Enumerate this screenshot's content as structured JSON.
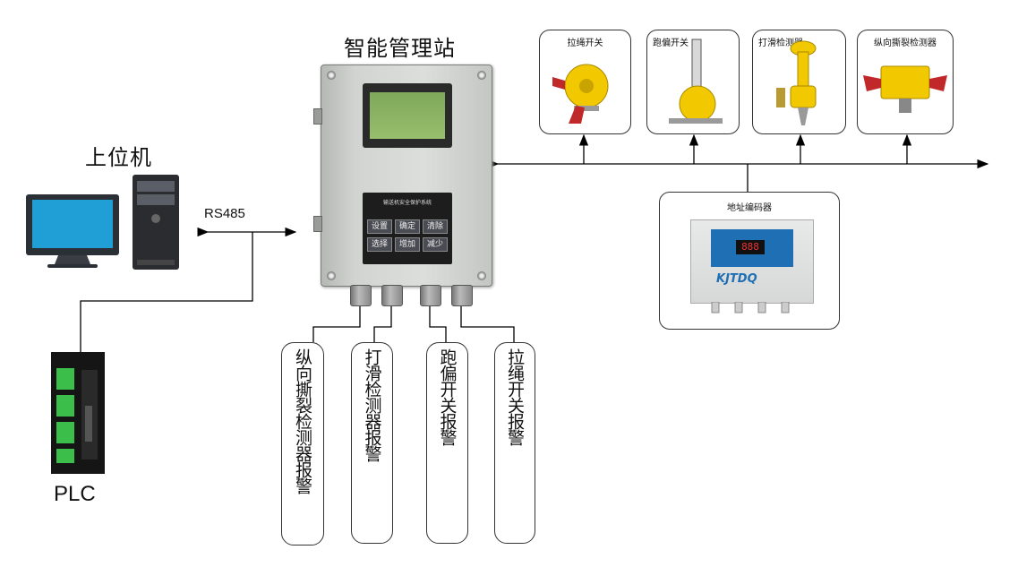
{
  "station": {
    "title": "智能管理站",
    "panel_title": "输送机安全保护系统",
    "keys": [
      "设置",
      "确定",
      "清除",
      "选择",
      "增加",
      "减少"
    ]
  },
  "host": {
    "label": "上位机"
  },
  "rs485": {
    "label": "RS485"
  },
  "plc": {
    "label": "PLC"
  },
  "sensors": [
    {
      "label": "拉绳开关"
    },
    {
      "label": "跑偏开关"
    },
    {
      "label": "打滑检测器"
    },
    {
      "label": "纵向撕裂检测器"
    }
  ],
  "encoder": {
    "label": "地址编码器",
    "display": "888",
    "brand": "KJTDQ"
  },
  "alarms": [
    {
      "label": "纵向撕裂检测器报警"
    },
    {
      "label": "打滑检测器报警"
    },
    {
      "label": "跑偏开关报警"
    },
    {
      "label": "拉绳开关报警"
    }
  ]
}
